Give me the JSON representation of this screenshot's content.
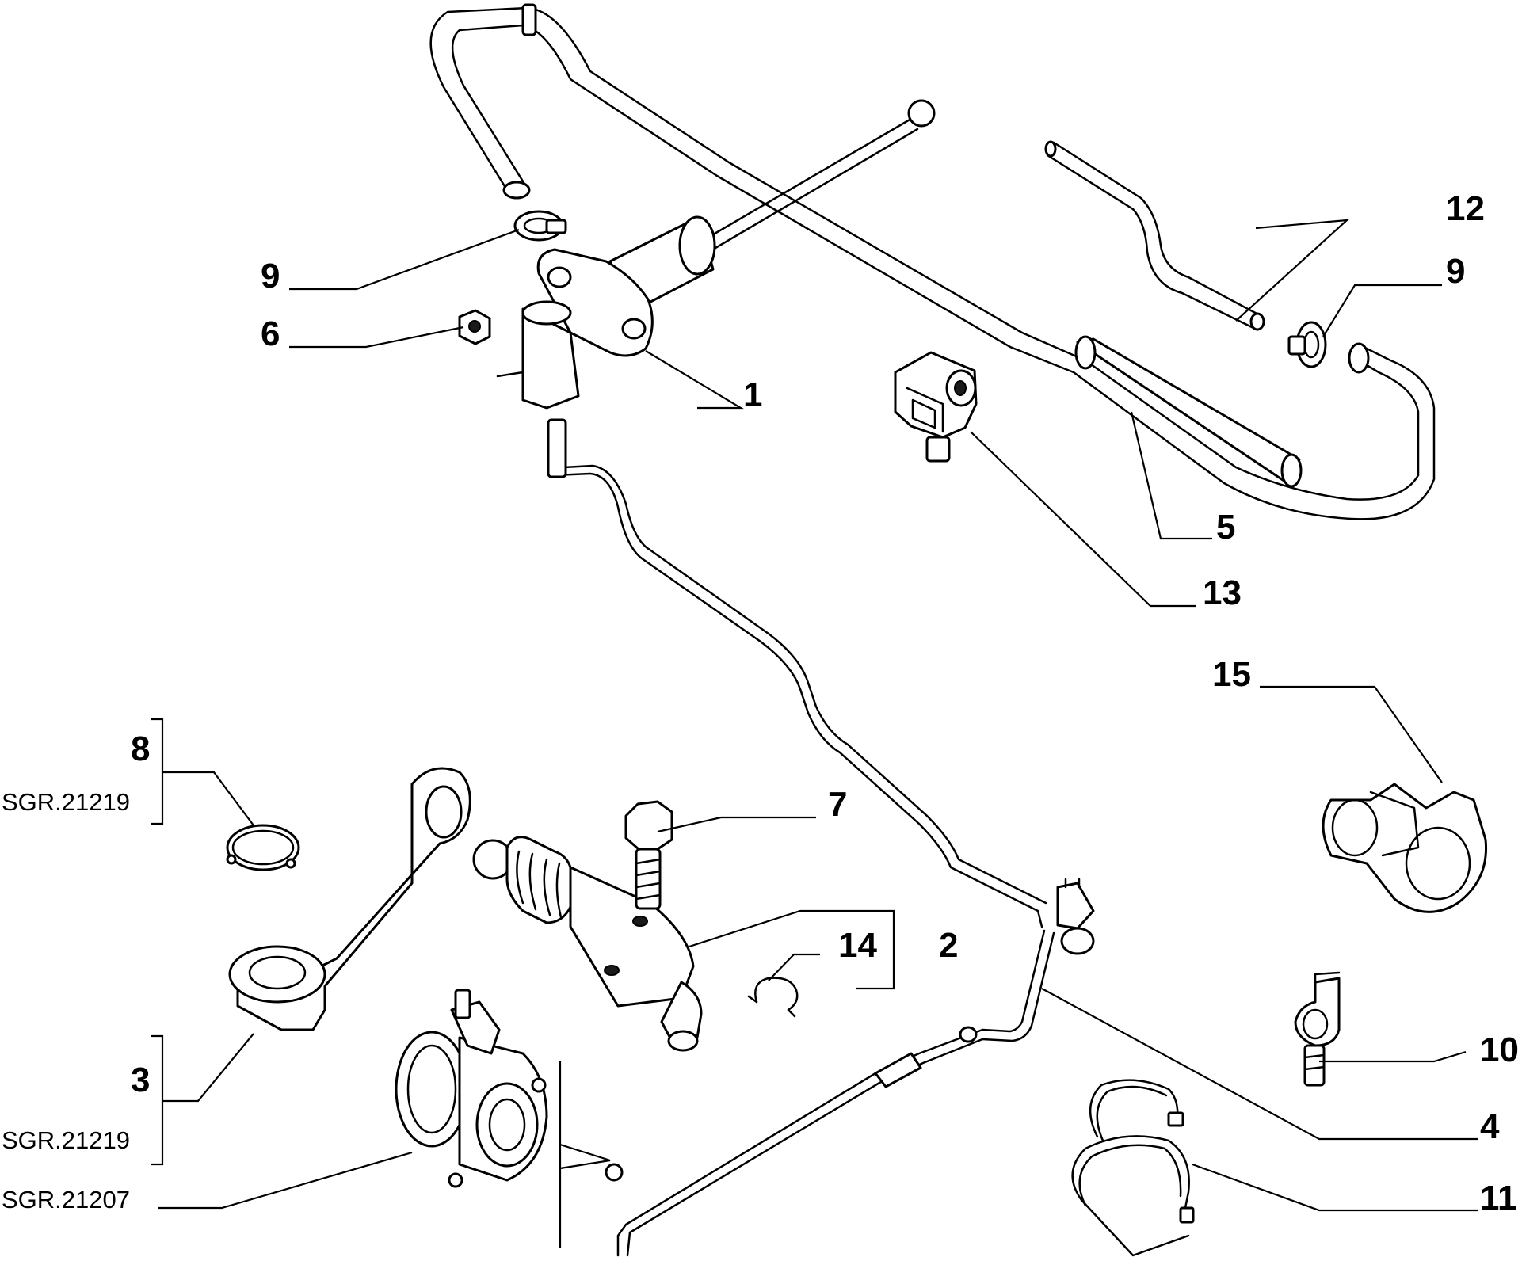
{
  "callouts": {
    "c1": "1",
    "c2": "2",
    "c3": "3",
    "c4": "4",
    "c5": "5",
    "c6": "6",
    "c7": "7",
    "c8": "8",
    "c9a": "9",
    "c9b": "9",
    "c10": "10",
    "c11": "11",
    "c12": "12",
    "c13": "13",
    "c14": "14",
    "c15": "15"
  },
  "references": {
    "sgr_8": "SGR.21219",
    "sgr_3": "SGR.21219",
    "sgr_bearing": "SGR.21207"
  }
}
